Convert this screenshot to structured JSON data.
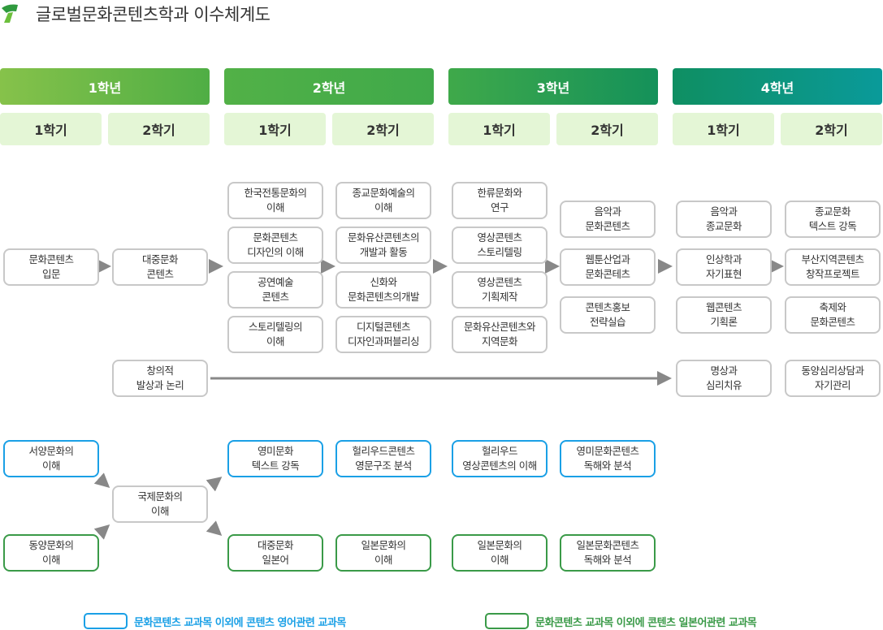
{
  "title": "글로벌문화콘텐츠학과 이수체계도",
  "years": [
    "1학년",
    "2학년",
    "3학년",
    "4학년"
  ],
  "semesters": [
    "1학기",
    "2학기",
    "1학기",
    "2학기",
    "1학기",
    "2학기",
    "1학기",
    "2학기"
  ],
  "colors": {
    "en": "#1aa0e6",
    "jp": "#3a9a48",
    "gray": "#c8c8c8"
  },
  "courses": [
    {
      "text": "문화콘텐츠\n입문",
      "type": "gray"
    },
    {
      "text": "대중문화\n콘텐츠",
      "type": "gray"
    },
    {
      "text": "창의적\n발상과 논리",
      "type": "gray"
    },
    {
      "text": "한국전통문화의\n이해",
      "type": "gray"
    },
    {
      "text": "문화콘텐츠\n디자인의 이해",
      "type": "gray"
    },
    {
      "text": "공연예술\n콘텐츠",
      "type": "gray"
    },
    {
      "text": "스토리텔링의\n이해",
      "type": "gray"
    },
    {
      "text": "종교문화예술의\n이해",
      "type": "gray"
    },
    {
      "text": "문화유산콘텐츠의\n개발과 활동",
      "type": "gray"
    },
    {
      "text": "신화와\n문화콘텐츠의개발",
      "type": "gray"
    },
    {
      "text": "디지털콘텐츠\n디자인과퍼블리싱",
      "type": "gray"
    },
    {
      "text": "한류문화와\n연구",
      "type": "gray"
    },
    {
      "text": "영상콘텐츠\n스토리텔링",
      "type": "gray"
    },
    {
      "text": "영상콘텐츠\n기획제작",
      "type": "gray"
    },
    {
      "text": "문화유산콘텐츠와\n지역문화",
      "type": "gray"
    },
    {
      "text": "음악과\n문화콘텐츠",
      "type": "gray"
    },
    {
      "text": "웹툰산업과\n문화콘테츠",
      "type": "gray"
    },
    {
      "text": "콘텐츠홍보\n전략실습",
      "type": "gray"
    },
    {
      "text": "음악과\n종교문화",
      "type": "gray"
    },
    {
      "text": "인상학과\n자기표현",
      "type": "gray"
    },
    {
      "text": "웹콘텐츠\n기획론",
      "type": "gray"
    },
    {
      "text": "명상과\n심리치유",
      "type": "gray"
    },
    {
      "text": "종교문화\n텍스트 강독",
      "type": "gray"
    },
    {
      "text": "부산지역콘텐츠\n창작프로젝트",
      "type": "gray"
    },
    {
      "text": "축제와\n문화콘텐츠",
      "type": "gray"
    },
    {
      "text": "동양심리상담과\n자기관리",
      "type": "gray"
    },
    {
      "text": "서양문화의\n이해",
      "type": "en"
    },
    {
      "text": "동양문화의\n이해",
      "type": "jp"
    },
    {
      "text": "국제문화의\n이해",
      "type": "gray"
    },
    {
      "text": "영미문화\n텍스트 강독",
      "type": "en"
    },
    {
      "text": "대중문화\n일본어",
      "type": "jp"
    },
    {
      "text": "헐리우드콘텐츠\n영문구조 분석",
      "type": "en"
    },
    {
      "text": "일본문화의\n이해",
      "type": "jp"
    },
    {
      "text": "헐리우드\n영상콘텐츠의 이해",
      "type": "en"
    },
    {
      "text": "일본문화의\n이해",
      "type": "jp"
    },
    {
      "text": "영미문화콘텐츠\n독해와 분석",
      "type": "en"
    },
    {
      "text": "일본문화콘텐츠\n독해와 분석",
      "type": "jp"
    }
  ],
  "legend": {
    "en": "문화콘텐츠 교과목 이외에 콘텐츠 영어관련 교과목",
    "jp": "문화콘텐츠 교과목 이외에 콘텐츠 일본어관련 교과목"
  }
}
